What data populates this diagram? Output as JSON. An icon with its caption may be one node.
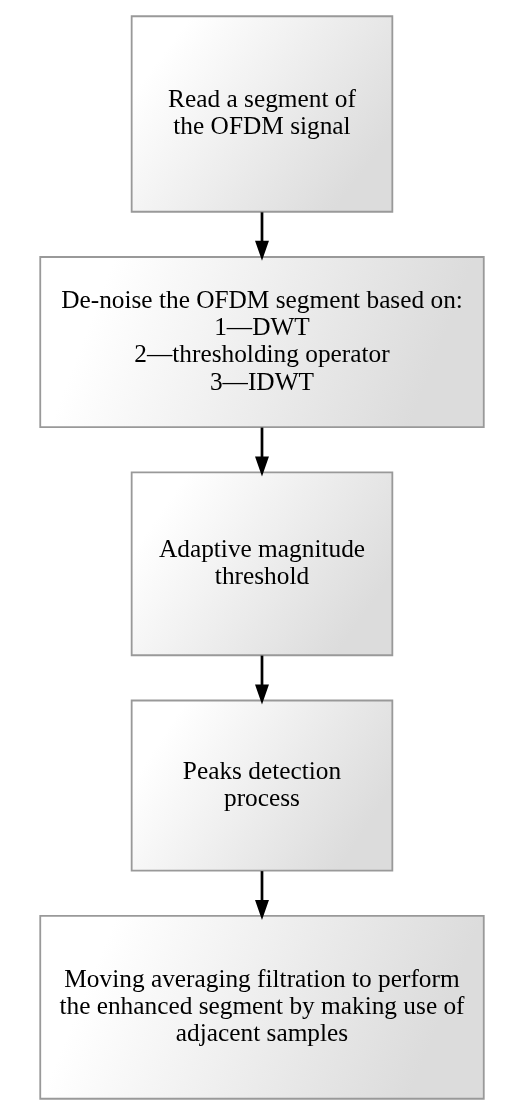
{
  "diagram": {
    "nodes": [
      {
        "text": [
          "Read a segment of the OFDM signal"
        ]
      },
      {
        "text": [
          "De-noise the OFDM segment based on:",
          "1—DWT",
          "2—thresholding operator",
          "3—IDWT"
        ]
      },
      {
        "text": [
          "Adaptive magnitude threshold"
        ]
      },
      {
        "text": [
          "Peaks detection process"
        ]
      },
      {
        "text": [
          "Moving averaging filtration to perform the enhanced segment by making use of adjacent samples"
        ]
      }
    ],
    "edges": [
      {
        "from": 0,
        "to": 1,
        "arrow": "to"
      },
      {
        "from": 1,
        "to": 2,
        "arrow": "to"
      },
      {
        "from": 2,
        "to": 3,
        "arrow": "to"
      },
      {
        "from": 3,
        "to": 4,
        "arrow": "to"
      }
    ]
  }
}
